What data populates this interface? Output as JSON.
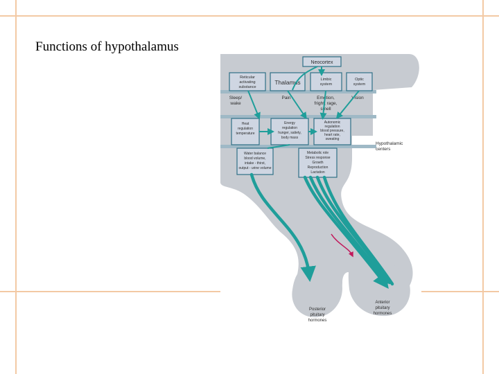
{
  "slide": {
    "title": "Functions of hypothalamus"
  },
  "colors": {
    "frame_accent": "#f3c9a4",
    "body_fill": "#c7cbd1",
    "box_fill": "#cfd6e2",
    "box_stroke": "#2f6f86",
    "arrow_teal": "#1f9e9a",
    "arrow_pink": "#c2185b",
    "box_bands": "#9fb9c6"
  },
  "diagram": {
    "top_box": {
      "lines": [
        "Neocortex"
      ]
    },
    "row1": [
      {
        "id": "reticular",
        "lines": [
          "Reticular",
          "activating",
          "substance"
        ]
      },
      {
        "id": "thalamus",
        "lines": [
          "Thalamus"
        ]
      },
      {
        "id": "limbic",
        "lines": [
          "Limbic",
          "system"
        ]
      },
      {
        "id": "optic",
        "lines": [
          "Optic",
          "system"
        ]
      }
    ],
    "row1_labels": [
      {
        "id": "sleep",
        "lines": [
          "Sleep/",
          "wake"
        ]
      },
      {
        "id": "pain",
        "lines": [
          "Pain"
        ]
      },
      {
        "id": "emotion",
        "lines": [
          "Emotion,",
          "fright, rage,",
          "smell"
        ]
      },
      {
        "id": "vision",
        "lines": [
          "Vision"
        ]
      }
    ],
    "row2": [
      {
        "id": "heat",
        "lines": [
          "Heat",
          "regulation",
          "temperature"
        ]
      },
      {
        "id": "energy",
        "lines": [
          "Energy",
          "regulation",
          "hunger, satiety,",
          "body mass"
        ]
      },
      {
        "id": "autonomic",
        "lines": [
          "Autonomic",
          "regulation",
          "blood pressure,",
          "heart rate,",
          "sweating"
        ]
      }
    ],
    "row3": [
      {
        "id": "water",
        "lines": [
          "Water balance",
          "blood volume,",
          "intake - thirst,",
          "output - urine volume"
        ]
      },
      {
        "id": "metabolic",
        "lines": [
          "Metabolic role",
          "Stress response",
          "Growth",
          "Reproduction",
          "Lactation"
        ]
      }
    ],
    "side_label": {
      "lines": [
        "Hypothalamic",
        "centers"
      ]
    },
    "posterior": {
      "lines": [
        "Posterior",
        "pituitary",
        "hormones"
      ]
    },
    "anterior": {
      "lines": [
        "Anterior",
        "pituitary",
        "hormones"
      ]
    }
  }
}
